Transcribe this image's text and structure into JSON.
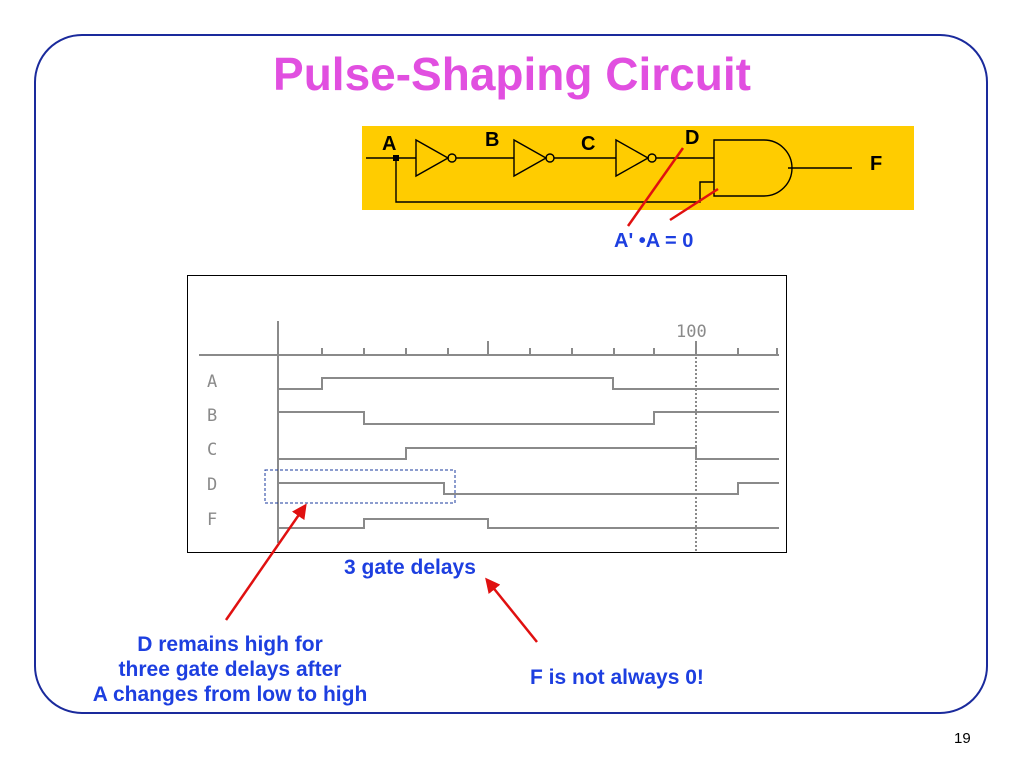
{
  "title": "Pulse-Shaping Circuit",
  "circuit": {
    "background": "#ffcc00",
    "labels": {
      "a": "A",
      "b": "B",
      "c": "C",
      "d": "D",
      "f": "F"
    }
  },
  "equation": "A' •A = 0",
  "timing": {
    "tick_label_100": "100",
    "signals": [
      "A",
      "B",
      "C",
      "D",
      "F"
    ]
  },
  "annotations": {
    "gate_delays": "3 gate delays",
    "d_note": [
      "D remains high for",
      "three gate delays after",
      "A changes from low to high"
    ],
    "f_note": "F is not always 0!"
  },
  "colors": {
    "title": "#e14fe0",
    "annotation_text": "#1d3fe0",
    "arrows": "#e01010",
    "frame": "#1a2a9c"
  },
  "page_number": "19"
}
